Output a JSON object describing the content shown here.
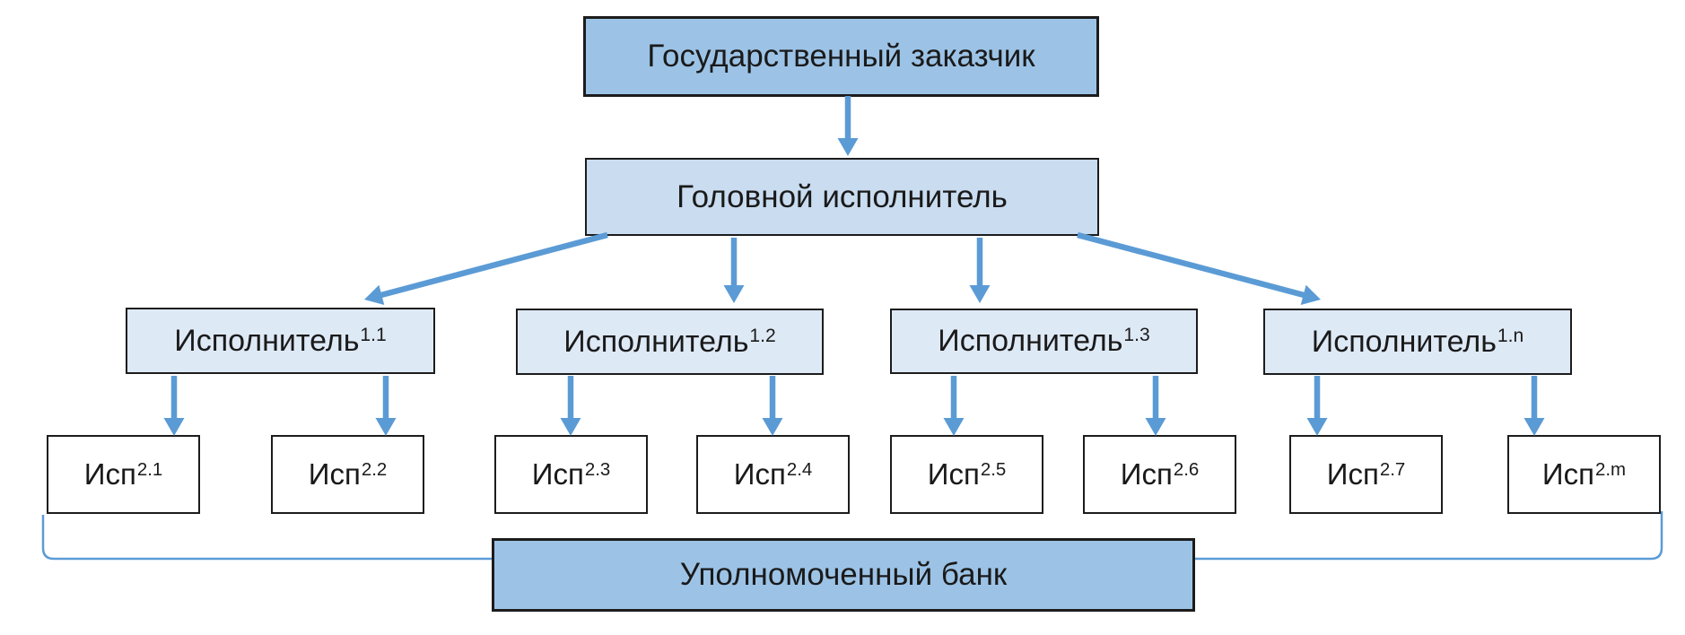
{
  "diagram": {
    "title_box": {
      "label": "Государственный заказчик"
    },
    "head_box": {
      "label": "Головной исполнитель"
    },
    "executors": [
      {
        "label": "Исполнитель",
        "sup": "1.1"
      },
      {
        "label": "Исполнитель",
        "sup": "1.2"
      },
      {
        "label": "Исполнитель",
        "sup": "1.3"
      },
      {
        "label": "Исполнитель",
        "sup": "1.n"
      }
    ],
    "subcontractors": [
      {
        "label": "Исп",
        "sup": "2.1"
      },
      {
        "label": "Исп",
        "sup": "2.2"
      },
      {
        "label": "Исп",
        "sup": "2.3"
      },
      {
        "label": "Исп",
        "sup": "2.4"
      },
      {
        "label": "Исп",
        "sup": "2.5"
      },
      {
        "label": "Исп",
        "sup": "2.6"
      },
      {
        "label": "Исп",
        "sup": "2.7"
      },
      {
        "label": "Исп",
        "sup": "2.m"
      }
    ],
    "bank_box": {
      "label": "Уполномоченный банк"
    },
    "colors": {
      "arrow": "#5B9BD5",
      "fill_dark": "#9CC3E6",
      "fill_mid": "#C9DCF0",
      "fill_light": "#DEE9F6",
      "fill_white": "#FFFFFF",
      "border": "#1C1C1C"
    }
  }
}
